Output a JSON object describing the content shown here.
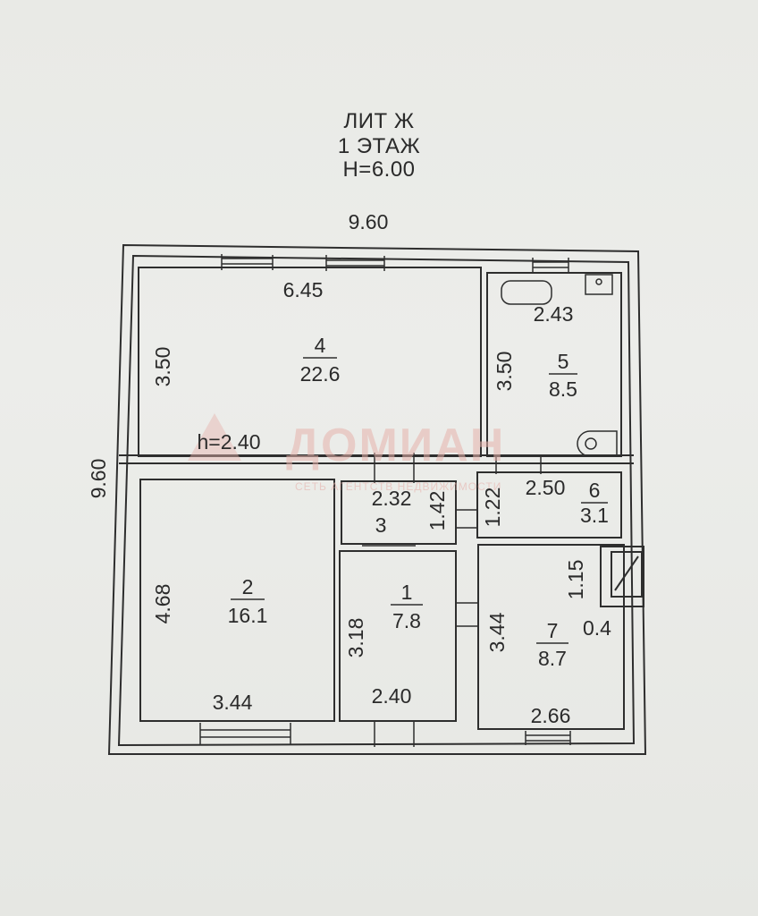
{
  "header": {
    "line1": "ЛИТ Ж",
    "line2": "1 ЭТАЖ",
    "line3": "H=6.00"
  },
  "outer": {
    "width": "9.60",
    "height": "9.60"
  },
  "ceiling_height": "h=2.40",
  "watermark": {
    "text": "ДОМИАН",
    "subtext": "СЕТЬ АГЕНТСТВ НЕДВИЖИМОСТИ"
  },
  "rooms": [
    {
      "id": "4",
      "area": "22.6",
      "width": "6.45",
      "height": "3.50"
    },
    {
      "id": "5",
      "area": "8.5",
      "width": "2.43",
      "height": "3.50"
    },
    {
      "id": "3",
      "width": "2.32",
      "height": "1.42"
    },
    {
      "id": "6",
      "area": "3.1",
      "width": "2.50",
      "height": "1.22"
    },
    {
      "id": "2",
      "area": "16.1",
      "width": "3.44",
      "height": "4.68"
    },
    {
      "id": "1",
      "area": "7.8",
      "width": "2.40",
      "height": "3.18"
    },
    {
      "id": "7",
      "area": "8.7",
      "width": "2.66",
      "height": "3.44"
    }
  ],
  "niche": {
    "height": "1.15",
    "depth": "0.4"
  }
}
